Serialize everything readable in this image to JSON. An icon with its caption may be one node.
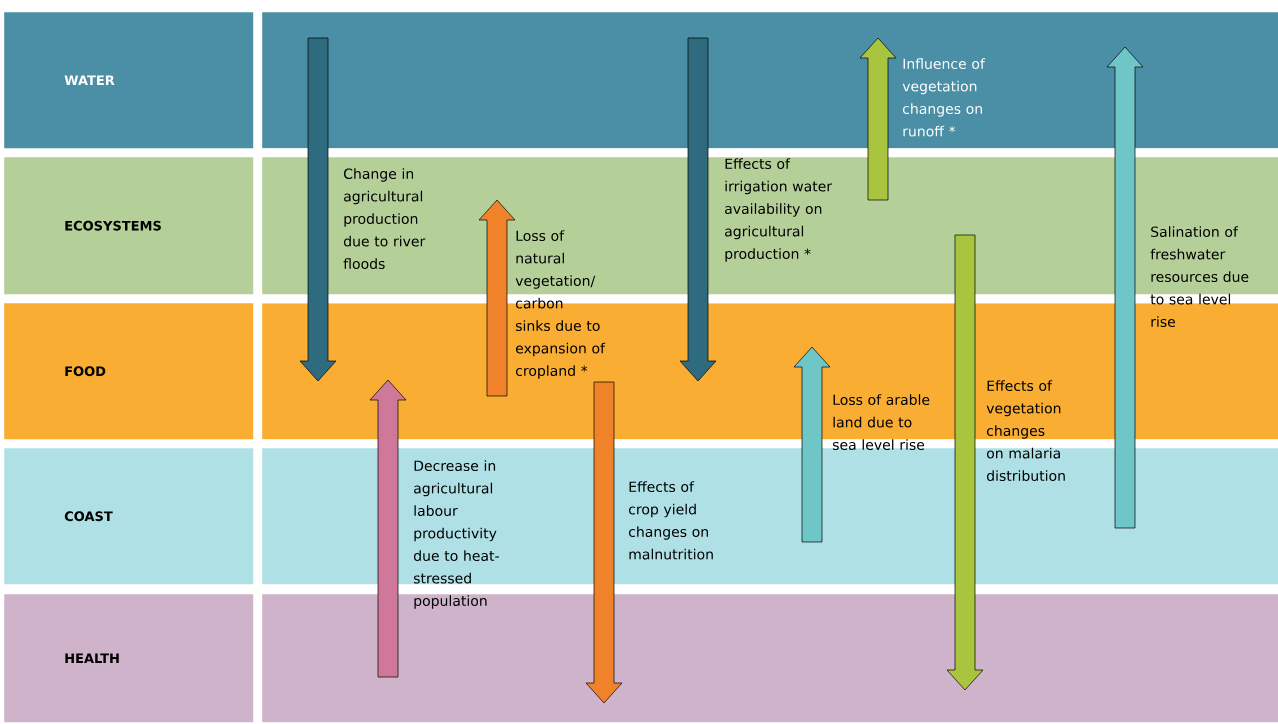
{
  "diagram": {
    "nodes": [
      {
        "text": [
          "WATER"
        ]
      },
      {
        "text": [],
        "shape": "box"
      },
      {
        "text": [
          "ECOSYSTEMS"
        ]
      },
      {
        "text": [],
        "shape": "box"
      },
      {
        "text": [
          "FOOD"
        ]
      },
      {
        "text": [],
        "shape": "box"
      },
      {
        "text": [
          "COAST"
        ]
      },
      {
        "text": [],
        "shape": "box"
      },
      {
        "text": [
          "HEALTH"
        ]
      },
      {
        "text": [],
        "shape": "box"
      }
    ],
    "edges": [
      {
        "from": 1,
        "to": 5,
        "arrow": "to",
        "color": "#2f6b7e",
        "label": "Change in agricultural production due to river floods"
      },
      {
        "from": 9,
        "to": 5,
        "arrow": "to",
        "color": "#d0789a",
        "label": "Decrease in agricultural labour productivity due to heat-stressed population"
      },
      {
        "from": 5,
        "to": 3,
        "arrow": "to",
        "color": "#f0832a",
        "label": "Loss of natural vegetation/ carbon sinks due to expansion of cropland *"
      },
      {
        "from": 5,
        "to": 9,
        "arrow": "to",
        "color": "#f0832a",
        "label": "Effects of crop yield changes on malnutrition"
      },
      {
        "from": 1,
        "to": 5,
        "arrow": "to",
        "color": "#2f6b7e",
        "label": "Effects of irrigation water availability on agricultural production *"
      },
      {
        "from": 3,
        "to": 1,
        "arrow": "to",
        "color": "#a9c43e",
        "label": "Influence of vegetation changes on runoff *"
      },
      {
        "from": 7,
        "to": 5,
        "arrow": "to",
        "color": "#6fc6c6",
        "label": "Loss of arable land due to sea level rise"
      },
      {
        "from": 3,
        "to": 9,
        "arrow": "to",
        "color": "#a9c43e",
        "label": "Effects of vegetation changes on malaria distribution"
      },
      {
        "from": 7,
        "to": 1,
        "arrow": "to",
        "color": "#6fc6c6",
        "label": "Salination of freshwater resources due to sea level rise"
      }
    ]
  }
}
